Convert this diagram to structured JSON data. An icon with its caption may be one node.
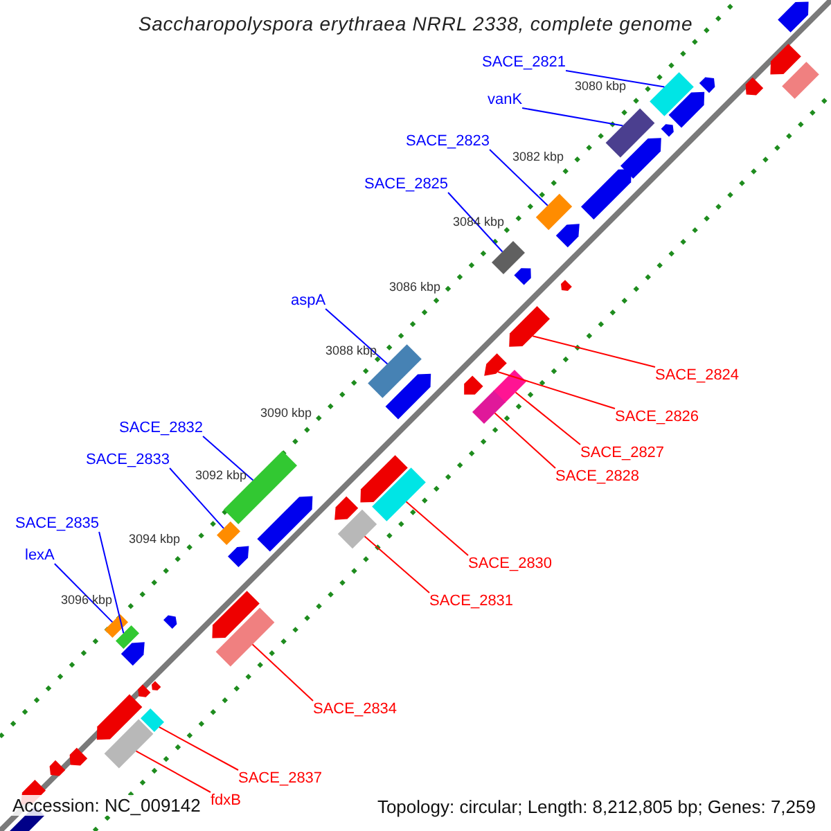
{
  "diagram": {
    "title": "Saccharopolyspora erythraea NRRL 2338, complete genome",
    "nodes": [
      {
        "text": [
          "SACE_2821"
        ]
      },
      {
        "text": [
          "vanK"
        ]
      },
      {
        "text": [
          "SACE_2823"
        ]
      },
      {
        "text": [
          "SACE_2825"
        ]
      },
      {
        "text": [
          "aspA"
        ]
      },
      {
        "text": [
          "SACE_2832"
        ]
      },
      {
        "text": [
          "SACE_2833"
        ]
      },
      {
        "text": [
          "SACE_2835"
        ]
      },
      {
        "text": [
          "lexA"
        ]
      },
      {
        "text": [
          "SACE_2824"
        ]
      },
      {
        "text": [
          "SACE_2826"
        ]
      },
      {
        "text": [
          "SACE_2827"
        ]
      },
      {
        "text": [
          "SACE_2828"
        ]
      },
      {
        "text": [
          "SACE_2830"
        ]
      },
      {
        "text": [
          "SACE_2831"
        ]
      },
      {
        "text": [
          "SACE_2834"
        ]
      },
      {
        "text": [
          "SACE_2837"
        ]
      },
      {
        "text": [
          "fdxB"
        ]
      },
      {
        "text": [],
        "shape": "pentagon"
      },
      {
        "text": [],
        "shape": "pentagon"
      },
      {
        "text": [],
        "shape": "box"
      },
      {
        "text": [],
        "shape": "pentagon"
      },
      {
        "text": [],
        "shape": "pentagon"
      },
      {
        "text": [],
        "shape": "box"
      },
      {
        "text": [],
        "shape": "pentagon"
      },
      {
        "text": [],
        "shape": "pentagon"
      },
      {
        "text": [],
        "shape": "box"
      },
      {
        "text": [],
        "shape": "pentagon"
      },
      {
        "text": [],
        "shape": "pentagon"
      },
      {
        "text": [],
        "shape": "box"
      },
      {
        "text": [],
        "shape": "pentagon"
      },
      {
        "text": [],
        "shape": "box"
      },
      {
        "text": [],
        "shape": "pentagon"
      },
      {
        "text": [],
        "shape": "pentagon"
      },
      {
        "text": [],
        "shape": "pentagon"
      },
      {
        "text": [],
        "shape": "pentagon"
      },
      {
        "text": [],
        "shape": "box"
      },
      {
        "text": [],
        "shape": "box"
      },
      {
        "text": [],
        "shape": "pentagon"
      },
      {
        "text": [],
        "shape": "pentagon"
      },
      {
        "text": [],
        "shape": "box"
      },
      {
        "text": [],
        "shape": "pentagon"
      },
      {
        "text": [],
        "shape": "box"
      },
      {
        "text": [],
        "shape": "box"
      },
      {
        "text": [],
        "shape": "pentagon"
      },
      {
        "text": [],
        "shape": "pentagon"
      },
      {
        "text": [],
        "shape": "box"
      },
      {
        "text": [],
        "shape": "box"
      },
      {
        "text": [],
        "shape": "pentagon"
      },
      {
        "text": [],
        "shape": "pentagon"
      },
      {
        "text": [],
        "shape": "pentagon"
      },
      {
        "text": [],
        "shape": "box"
      },
      {
        "text": [],
        "shape": "box"
      },
      {
        "text": [],
        "shape": "box"
      },
      {
        "text": [],
        "shape": "pentagon"
      },
      {
        "text": [],
        "shape": "pentagon"
      },
      {
        "text": [],
        "shape": "pentagon"
      },
      {
        "text": [],
        "shape": "pentagon"
      },
      {
        "text": [],
        "shape": "box"
      },
      {
        "text": [],
        "shape": "box"
      },
      {
        "text": [],
        "shape": "pentagon"
      },
      {
        "text": [],
        "shape": "pentagon"
      },
      {
        "text": [],
        "shape": "pentagon"
      },
      {
        "text": [],
        "shape": "box"
      }
    ],
    "edges": [
      {
        "from": 0,
        "to": 23,
        "arrow": "none"
      },
      {
        "from": 1,
        "to": 26,
        "arrow": "none"
      },
      {
        "from": 2,
        "to": 29,
        "arrow": "none"
      },
      {
        "from": 3,
        "to": 31,
        "arrow": "none"
      },
      {
        "from": 4,
        "to": 36,
        "arrow": "none"
      },
      {
        "from": 5,
        "to": 42,
        "arrow": "none"
      },
      {
        "from": 6,
        "to": 47,
        "arrow": "none"
      },
      {
        "from": 7,
        "to": 52,
        "arrow": "none"
      },
      {
        "from": 8,
        "to": 51,
        "arrow": "none"
      },
      {
        "from": 9,
        "to": 34,
        "arrow": "none",
        "color": "#ff0000"
      },
      {
        "from": 10,
        "to": 35,
        "arrow": "none",
        "color": "#ff0000"
      },
      {
        "from": 11,
        "to": 37,
        "arrow": "none",
        "color": "#ff0000"
      },
      {
        "from": 12,
        "to": 40,
        "arrow": "none",
        "color": "#ff0000"
      },
      {
        "from": 13,
        "to": 43,
        "arrow": "none",
        "color": "#ff0000"
      },
      {
        "from": 14,
        "to": 46,
        "arrow": "none",
        "color": "#ff0000"
      },
      {
        "from": 15,
        "to": 53,
        "arrow": "none",
        "color": "#ff0000"
      },
      {
        "from": 16,
        "to": 58,
        "arrow": "none",
        "color": "#ff0000"
      },
      {
        "from": 17,
        "to": 59,
        "arrow": "none",
        "color": "#ff0000"
      }
    ],
    "labels": [
      "3080 kbp",
      "3082 kbp",
      "3084 kbp",
      "3086 kbp",
      "3088 kbp",
      "3090 kbp",
      "3092 kbp",
      "3094 kbp",
      "3096 kbp",
      "Accession: NC_009142",
      "Topology: circular; Length: 8,212,805 bp; Genes: 7,259"
    ]
  }
}
